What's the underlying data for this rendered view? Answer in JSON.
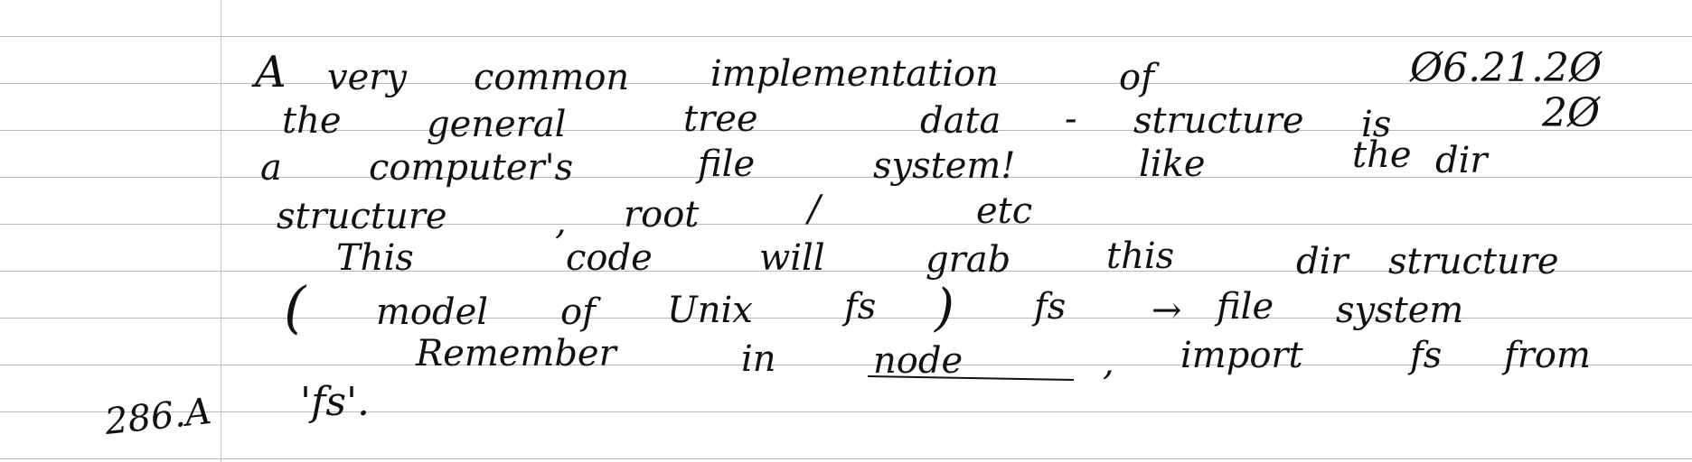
{
  "notebook": {
    "ink_color": "#111111",
    "rule_color": "#b9b9b9",
    "margin_color": "#c6c6c6",
    "date": "06.21.20",
    "page_number": "286.A",
    "lines": [
      {
        "w1": "A",
        "w2": "very",
        "w3": "common",
        "w4": "implementation",
        "w5": "of",
        "date": "Ø6.21.2Ø"
      },
      {
        "w1": "the",
        "w2": "general",
        "w3": "tree",
        "w4": "data",
        "w5": "-",
        "w6": "structure",
        "w7": "is",
        "w8": "2Ø"
      },
      {
        "w1": "a",
        "w2": "computer's",
        "w3": "file",
        "w4": "system!",
        "w5": "like",
        "w6": "the",
        "w7": "dir"
      },
      {
        "w1": "structure",
        "w2": ",",
        "w3": "root",
        "w4": "/",
        "w5": "etc"
      },
      {
        "w1": "This",
        "w2": "code",
        "w3": "will",
        "w4": "grab",
        "w5": "this",
        "w6": "dir",
        "w7": "structure"
      },
      {
        "w1": "(",
        "w2": "model",
        "w3": "of",
        "w4": "Unix",
        "w5": "fs",
        "w6": ")",
        "w7": "fs",
        "w8": "→",
        "w9": "file",
        "w10": "system"
      },
      {
        "w1": "Remember",
        "w2": "in",
        "w3": "node",
        "w4": ",",
        "w5": "import",
        "w6": "fs",
        "w7": "from"
      },
      {
        "w1": "'fs'."
      }
    ],
    "margin_note": "286.A"
  }
}
